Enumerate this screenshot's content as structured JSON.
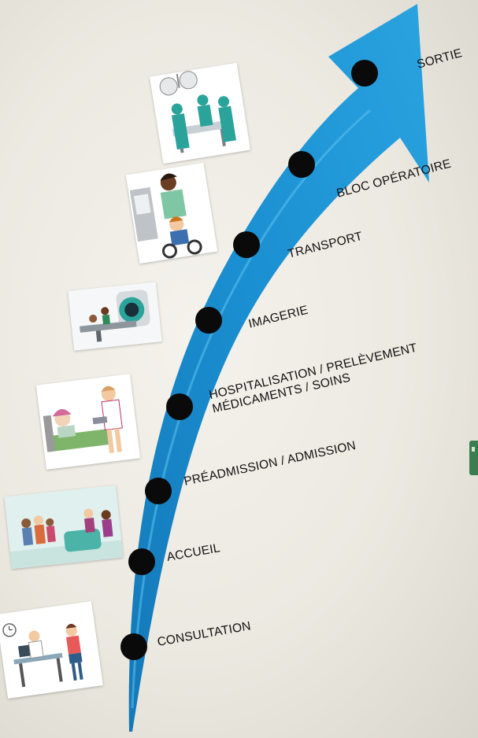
{
  "diagram": {
    "colors": {
      "arrow": "#1a8fd1",
      "arrow_highlight": "#44b6ea",
      "dot": "#0a0a0a",
      "text": "#111111"
    },
    "stages": [
      {
        "id": "consultation",
        "label": "CONSULTATION",
        "icon": "doctor-patient-desk-illustration"
      },
      {
        "id": "accueil",
        "label": "ACCUEIL",
        "icon": "hospital-reception-illustration"
      },
      {
        "id": "preadmission",
        "label": "PRÉADMISSION / ADMISSION",
        "icon": ""
      },
      {
        "id": "hospitalisation",
        "label": "HOSPITALISATION / PRELÈVEMENT",
        "label_line2": "MÉDICAMENTS / SOINS",
        "icon": "nurse-patient-bed-illustration"
      },
      {
        "id": "imagerie",
        "label": "IMAGERIE",
        "icon": "mri-scanner-illustration"
      },
      {
        "id": "transport",
        "label": "TRANSPORT",
        "icon": "patient-transport-wheelchair-illustration"
      },
      {
        "id": "bloc",
        "label": "BLOC OPÉRATOIRE",
        "icon": "operating-room-surgeons-illustration"
      },
      {
        "id": "sortie",
        "label": "SORTIE",
        "icon": ""
      }
    ]
  }
}
